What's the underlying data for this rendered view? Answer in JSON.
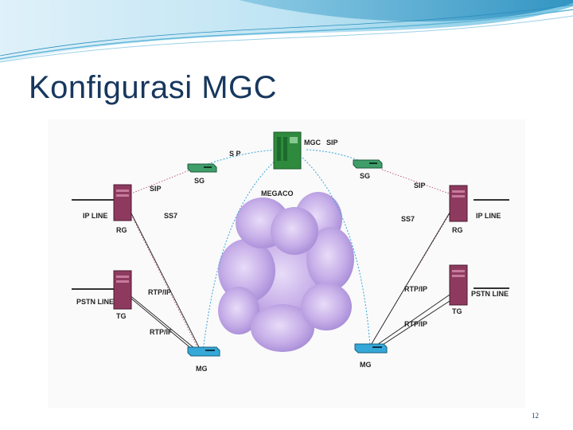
{
  "slide": {
    "title": "Konfigurasi MGC",
    "page_number": "12"
  },
  "theme": {
    "title_color": "#17375e",
    "banner_light": "#dff1f9",
    "banner_mid": "#7fc8e3",
    "banner_dark": "#2a8fbf"
  },
  "diagram": {
    "nodes": {
      "mgc": "MGC",
      "megaco": "MEGACO",
      "sg_left": "SG",
      "sg_right": "SG",
      "rg_left_line": "IP LINE",
      "rg_left": "RG",
      "rg_right_line": "IP LINE",
      "rg_right": "RG",
      "tg_left_line": "PSTN LINE",
      "tg_left": "TG",
      "tg_right_line": "PSTN LINE",
      "tg_right": "TG",
      "mg_left": "MG",
      "mg_right": "MG"
    },
    "links": {
      "sip_top_left": "S P",
      "sip_top_right": "SIP",
      "sip_left": "SIP",
      "sip_right": "SIP",
      "ss7_left": "SS7",
      "ss7_right": "SS7",
      "rtp_left_upper": "RTP/IP",
      "rtp_left_lower": "RTP/IF",
      "rtp_right_upper": "RTP/IP",
      "rtp_right_lower": "RTP/IP"
    },
    "colors": {
      "server": "#8e3a5f",
      "mgc": "#2e8b3e",
      "sg": "#3f9e6a",
      "mg": "#35a8d8",
      "dashed_blue": "#3aa7d9",
      "dotted_red": "#b04060",
      "cloud": "#c6aee8"
    }
  }
}
